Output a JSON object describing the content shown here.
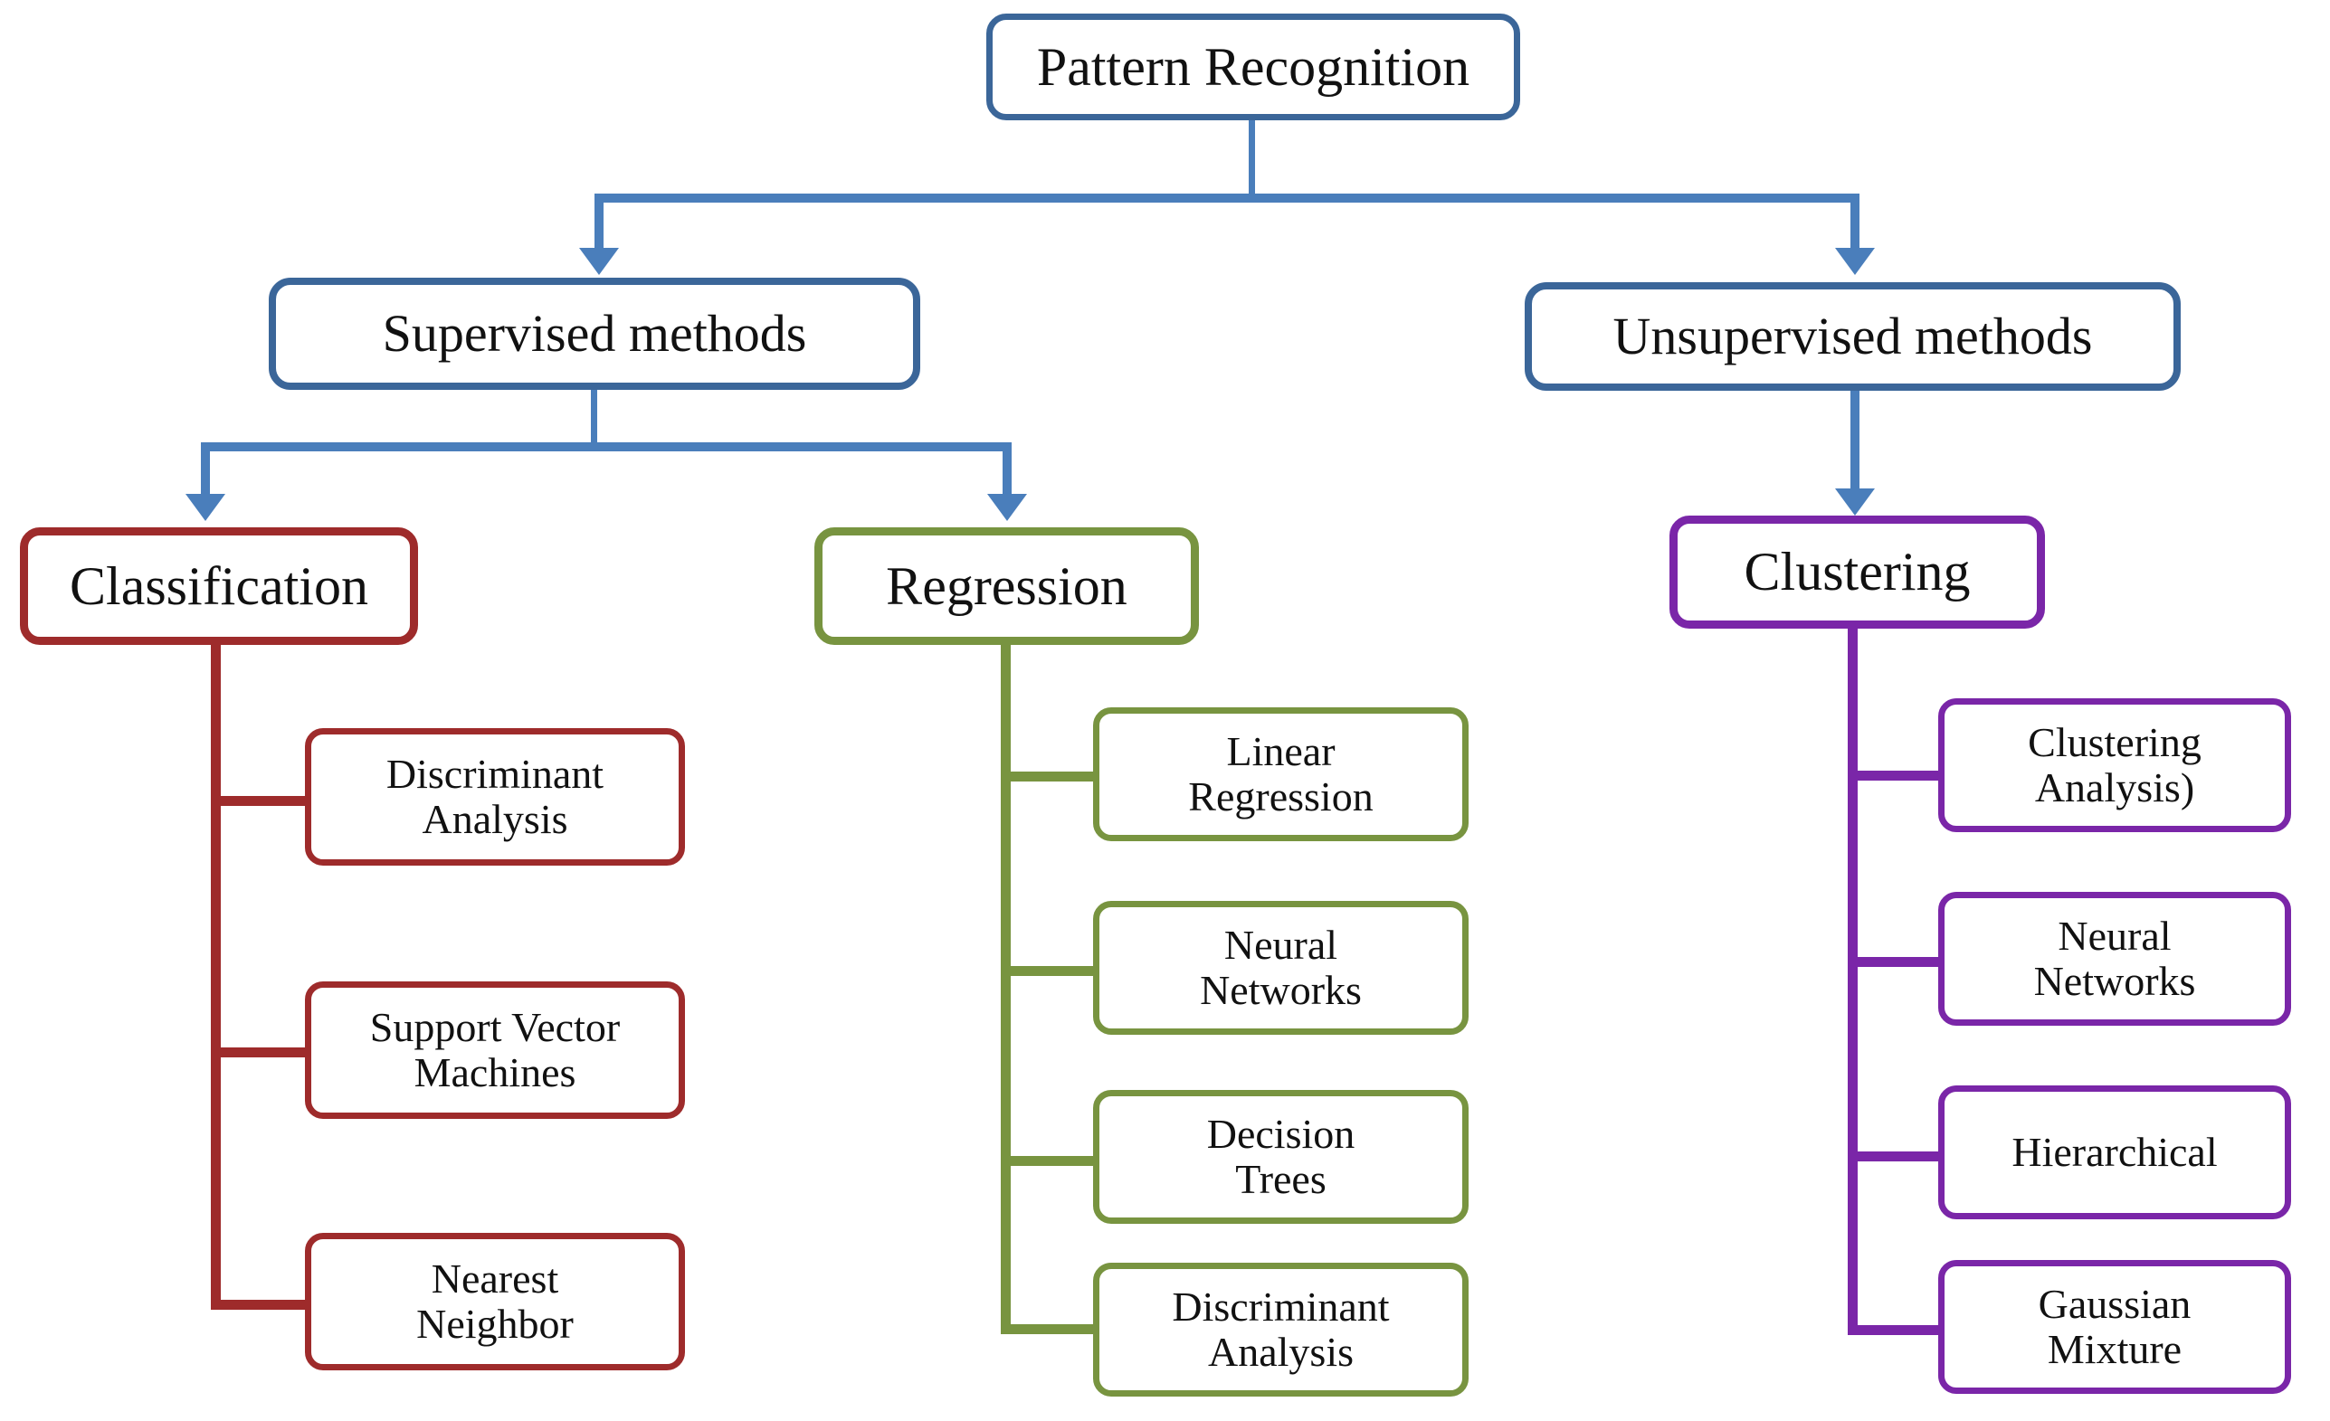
{
  "diagram": {
    "title_node": "Pattern Recognition",
    "colors": {
      "blue": "#4A7EBB",
      "blue_border": "#3B6699",
      "red": "#9E2B2B",
      "green": "#789440",
      "purple": "#7A26A8",
      "text": "#111111",
      "background": "#FFFFFF"
    },
    "level2": [
      {
        "label": "Supervised methods"
      },
      {
        "label": "Unsupervised methods"
      }
    ],
    "categories": [
      {
        "label": "Classification",
        "color": "red"
      },
      {
        "label": "Regression",
        "color": "green"
      },
      {
        "label": "Clustering",
        "color": "purple"
      }
    ],
    "classification_leaves": [
      {
        "label": "Discriminant\nAnalysis"
      },
      {
        "label": "Support  Vector\nMachines"
      },
      {
        "label": "Nearest\nNeighbor"
      }
    ],
    "regression_leaves": [
      {
        "label": "Linear\nRegression"
      },
      {
        "label": "Neural\nNetworks"
      },
      {
        "label": "Decision\nTrees"
      },
      {
        "label": "Discriminant\nAnalysis"
      }
    ],
    "clustering_leaves": [
      {
        "label": "Clustering\nAnalysis)"
      },
      {
        "label": "Neural\nNetworks"
      },
      {
        "label": "Hierarchical"
      },
      {
        "label": "Gaussian\nMixture"
      }
    ]
  }
}
